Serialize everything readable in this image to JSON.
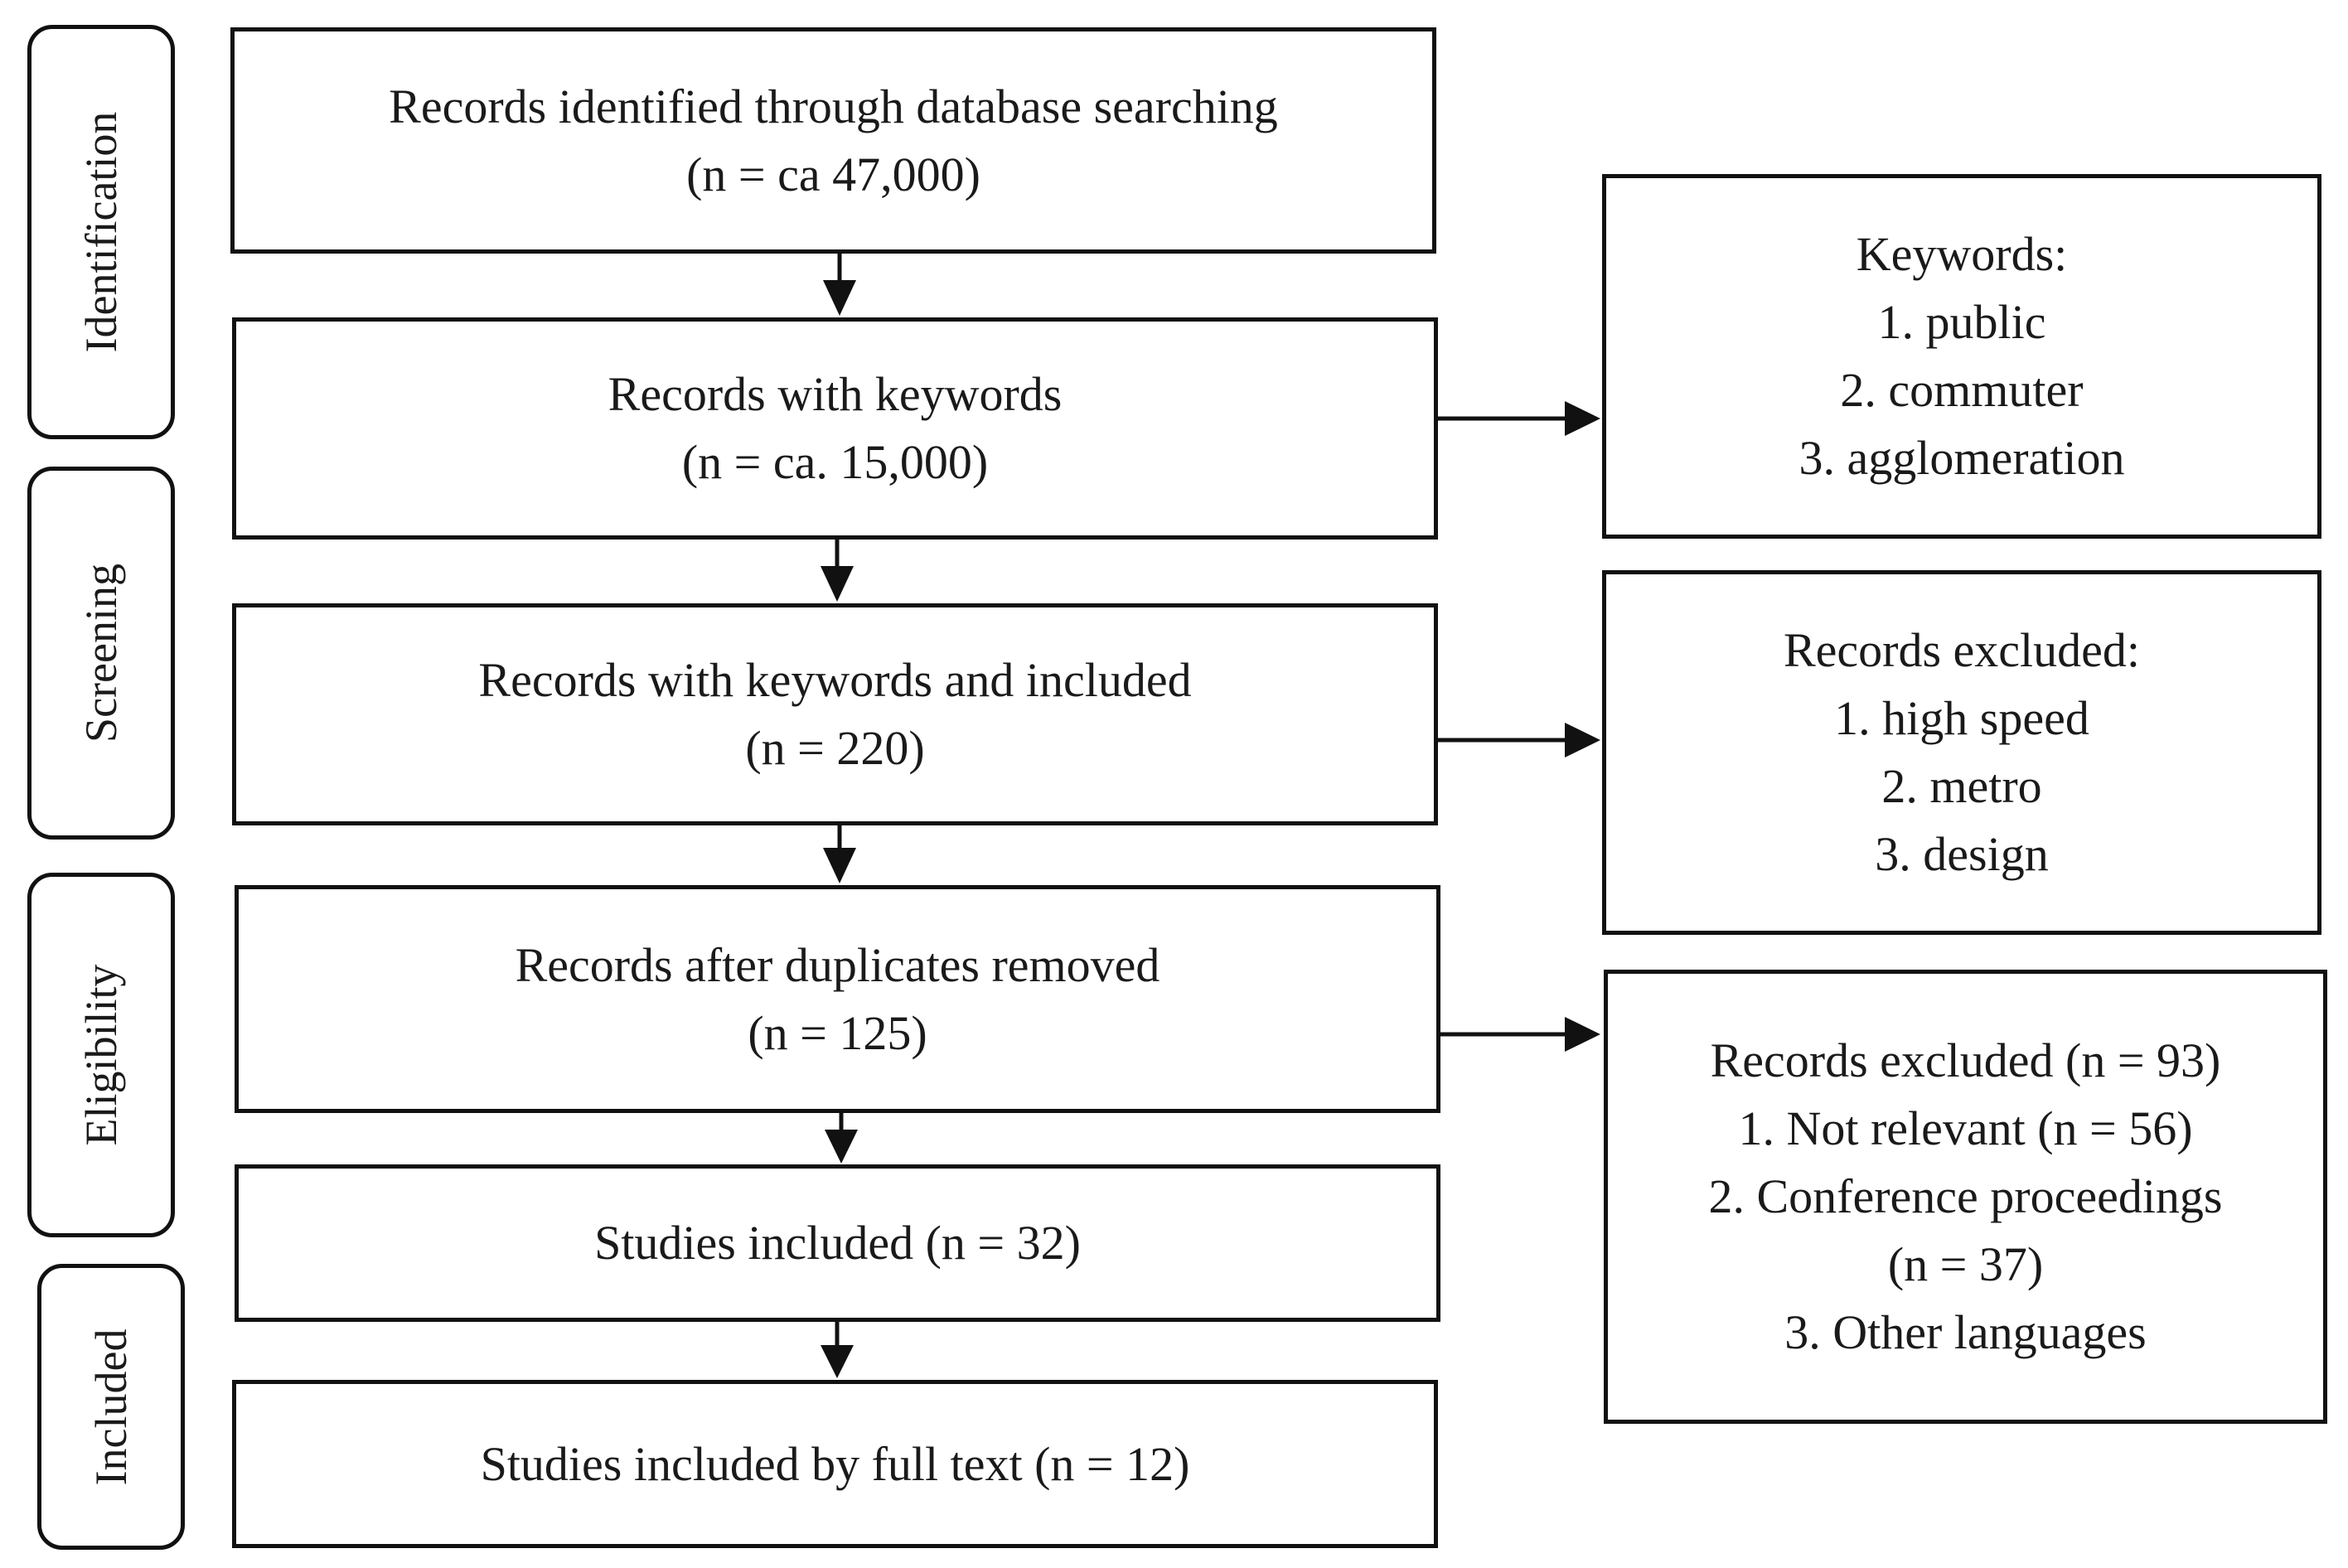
{
  "phases": {
    "identification": "Identification",
    "screening": "Screening",
    "eligibility": "Eligibility",
    "included": "Included"
  },
  "main_boxes": {
    "identified": {
      "text": "Records identified through database searching",
      "count": "(n = ca 47,000)"
    },
    "keywords": {
      "text": "Records with keywords",
      "count": "(n = ca. 15,000)"
    },
    "keywords_included": {
      "text": "Records with keywords and included",
      "count": "(n = 220)"
    },
    "duplicates_removed": {
      "text": "Records after duplicates removed",
      "count": "(n = 125)"
    },
    "studies_included": {
      "text": "Studies included (n = 32)"
    },
    "full_text": {
      "text": "Studies included by full text (n = 12)"
    }
  },
  "side_boxes": {
    "keywords_list": {
      "title": "Keywords:",
      "items": [
        "1. public",
        "2. commuter",
        "3. agglomeration"
      ]
    },
    "excluded_topics": {
      "title": "Records excluded:",
      "items": [
        "1. high speed",
        "2. metro",
        "3. design"
      ]
    },
    "excluded_reasons": {
      "title": "Records excluded (n = 93)",
      "items": [
        "1. Not relevant (n = 56)",
        "2. Conference proceedings",
        "(n = 37)",
        "3. Other languages"
      ]
    }
  }
}
